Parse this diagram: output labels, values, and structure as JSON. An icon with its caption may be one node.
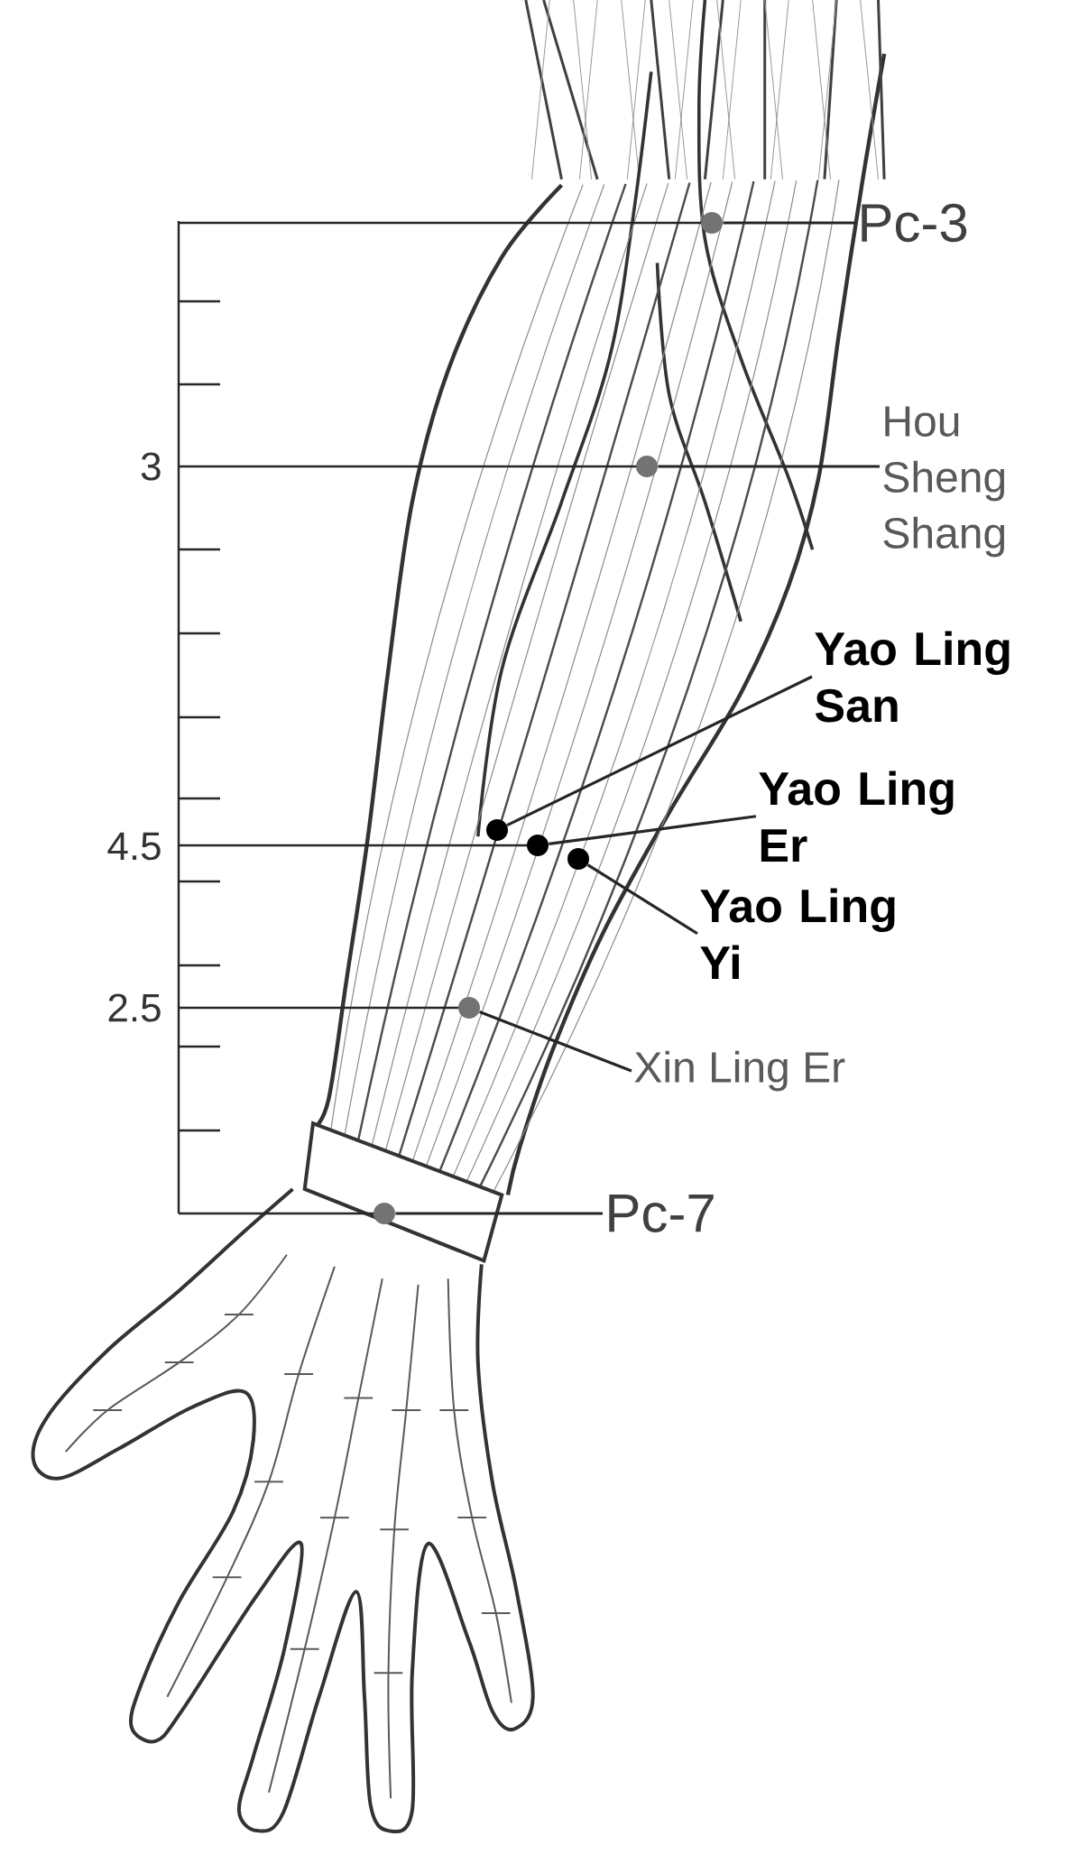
{
  "diagram": {
    "nodes": [
      {
        "text": [
          "Pc-3"
        ]
      },
      {
        "text": [],
        "shape": "circle"
      },
      {
        "text": [
          "Hou Sheng Shang"
        ]
      },
      {
        "text": [],
        "shape": "circle"
      },
      {
        "text": [
          "Yao Ling San"
        ]
      },
      {
        "text": [],
        "shape": "circle"
      },
      {
        "text": [
          "Yao Ling Er"
        ]
      },
      {
        "text": [],
        "shape": "circle"
      },
      {
        "text": [
          "Yao Ling Yi"
        ]
      },
      {
        "text": [],
        "shape": "circle"
      },
      {
        "text": [
          "Xin Ling Er"
        ]
      },
      {
        "text": [],
        "shape": "circle"
      },
      {
        "text": [
          "Pc-7"
        ]
      },
      {
        "text": [],
        "shape": "circle"
      }
    ],
    "edges": [
      {
        "from": 0,
        "to": 1,
        "arrow": "none"
      },
      {
        "from": 2,
        "to": 3,
        "arrow": "none"
      },
      {
        "from": 4,
        "to": 5,
        "arrow": "none"
      },
      {
        "from": 6,
        "to": 7,
        "arrow": "none"
      },
      {
        "from": 8,
        "to": 9,
        "arrow": "none"
      },
      {
        "from": 10,
        "to": 11,
        "arrow": "none"
      },
      {
        "from": 12,
        "to": 13,
        "arrow": "none"
      }
    ],
    "labels": [
      "3",
      "4.5",
      "2.5"
    ]
  }
}
